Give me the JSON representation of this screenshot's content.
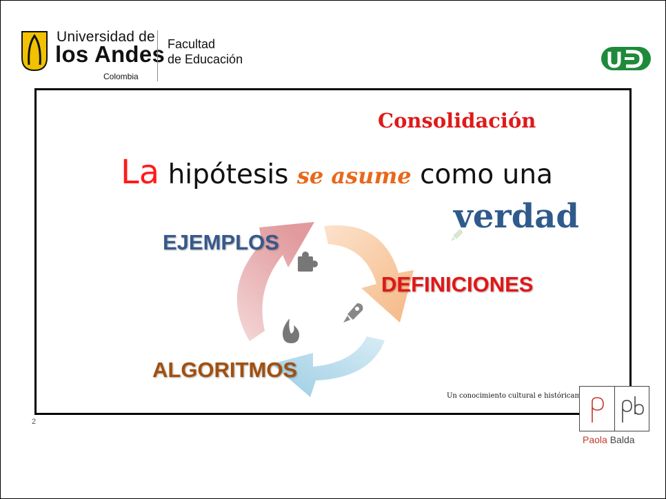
{
  "header": {
    "university_line1": "Universidad de",
    "university_line2": "los Andes",
    "university_country": "Colombia",
    "faculty_line1": "Facultad",
    "faculty_line2": "de Educación",
    "right_logo": "UD"
  },
  "slide": {
    "title": "Consolidación",
    "hypothesis": {
      "la": "La",
      "part1": "hipótesis",
      "emphasis": "se asume",
      "part2": "como una",
      "last_word": "verdad"
    },
    "cycle_labels": {
      "examples": "EJEMPLOS",
      "definitions": "DEFINICIONES",
      "algorithms": "ALGORITMOS"
    },
    "cycle_icons": [
      "puzzle-icon",
      "rocket-icon",
      "flame-icon"
    ],
    "footer": "Un conocimiento cultural e históricam",
    "number": "2"
  },
  "brand": {
    "logo_p": "p",
    "logo_pb": "pb",
    "name_first": "Paola",
    "name_last": "Balda"
  },
  "colors": {
    "title_red": "#e01a1a",
    "asume_orange": "#e8681b",
    "verdad_blue": "#2f5a8c",
    "arrow_red": "#e4a3a5",
    "arrow_orange": "#f7c59b",
    "arrow_blue": "#a9d3e6",
    "ud_green": "#1e8a3a",
    "uniandes_yellow": "#f2c200"
  }
}
